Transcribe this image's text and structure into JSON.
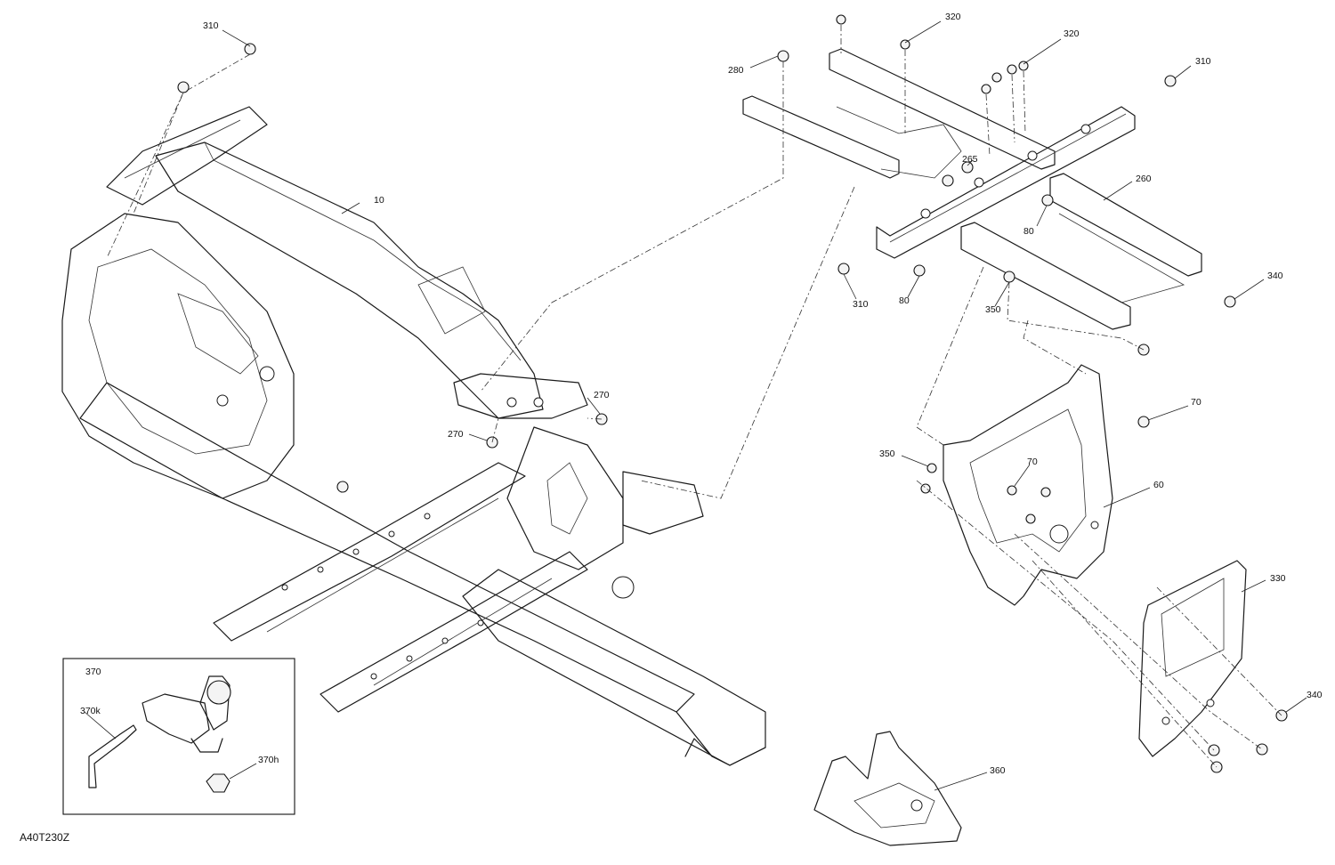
{
  "figure_reference": "A40T230Z",
  "callouts": {
    "c10": "10",
    "c60": "60",
    "c70a": "70",
    "c70b": "70",
    "c80a": "80",
    "c80b": "80",
    "c260": "260",
    "c265": "265",
    "c270a": "270",
    "c270b": "270",
    "c280": "280",
    "c310a": "310",
    "c310b": "310",
    "c310c": "310",
    "c320a": "320",
    "c320b": "320",
    "c330": "330",
    "c340a": "340",
    "c340b": "340",
    "c350a": "350",
    "c350b": "350",
    "c360": "360"
  },
  "inset": {
    "c370": "370",
    "c370k": "370k",
    "c370h": "370h"
  }
}
